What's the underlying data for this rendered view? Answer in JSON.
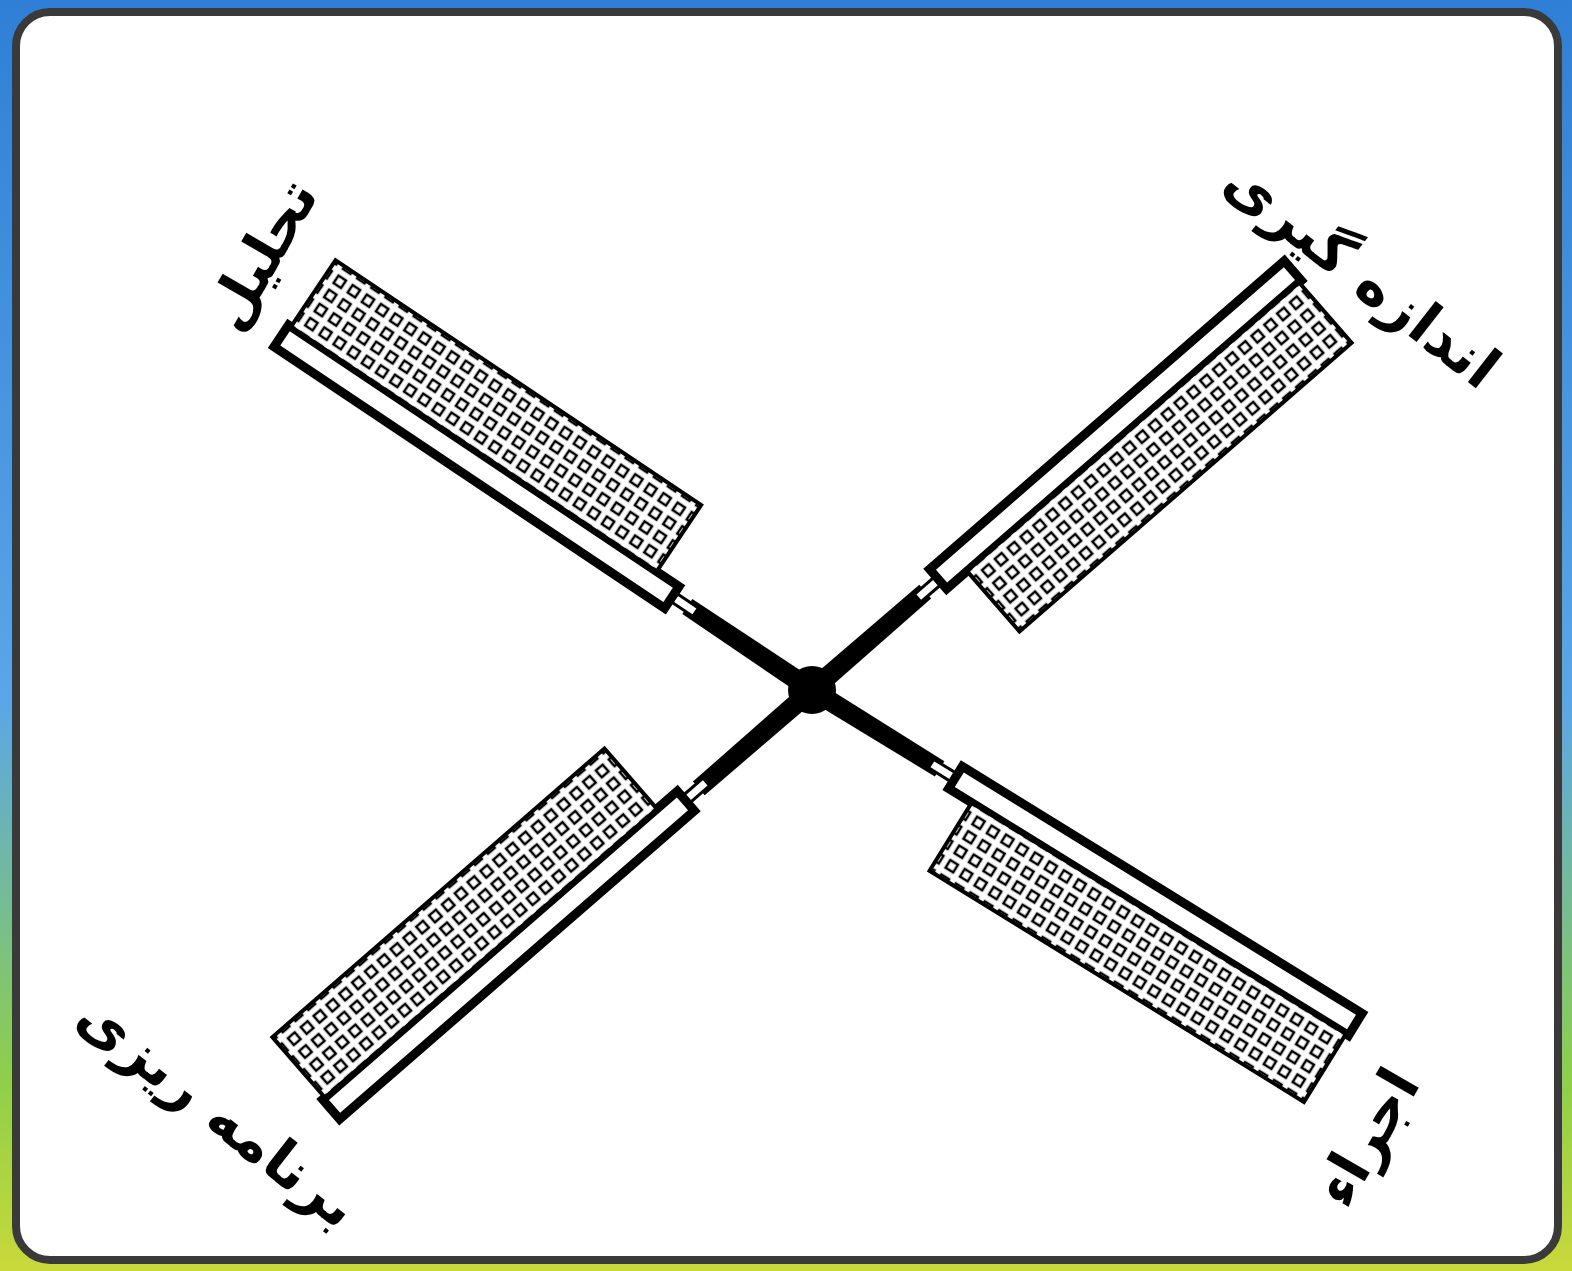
{
  "diagram": {
    "labels": [
      "تحلیل",
      "اندازه گیری",
      "اجراء",
      "برنامه ریزی"
    ]
  }
}
